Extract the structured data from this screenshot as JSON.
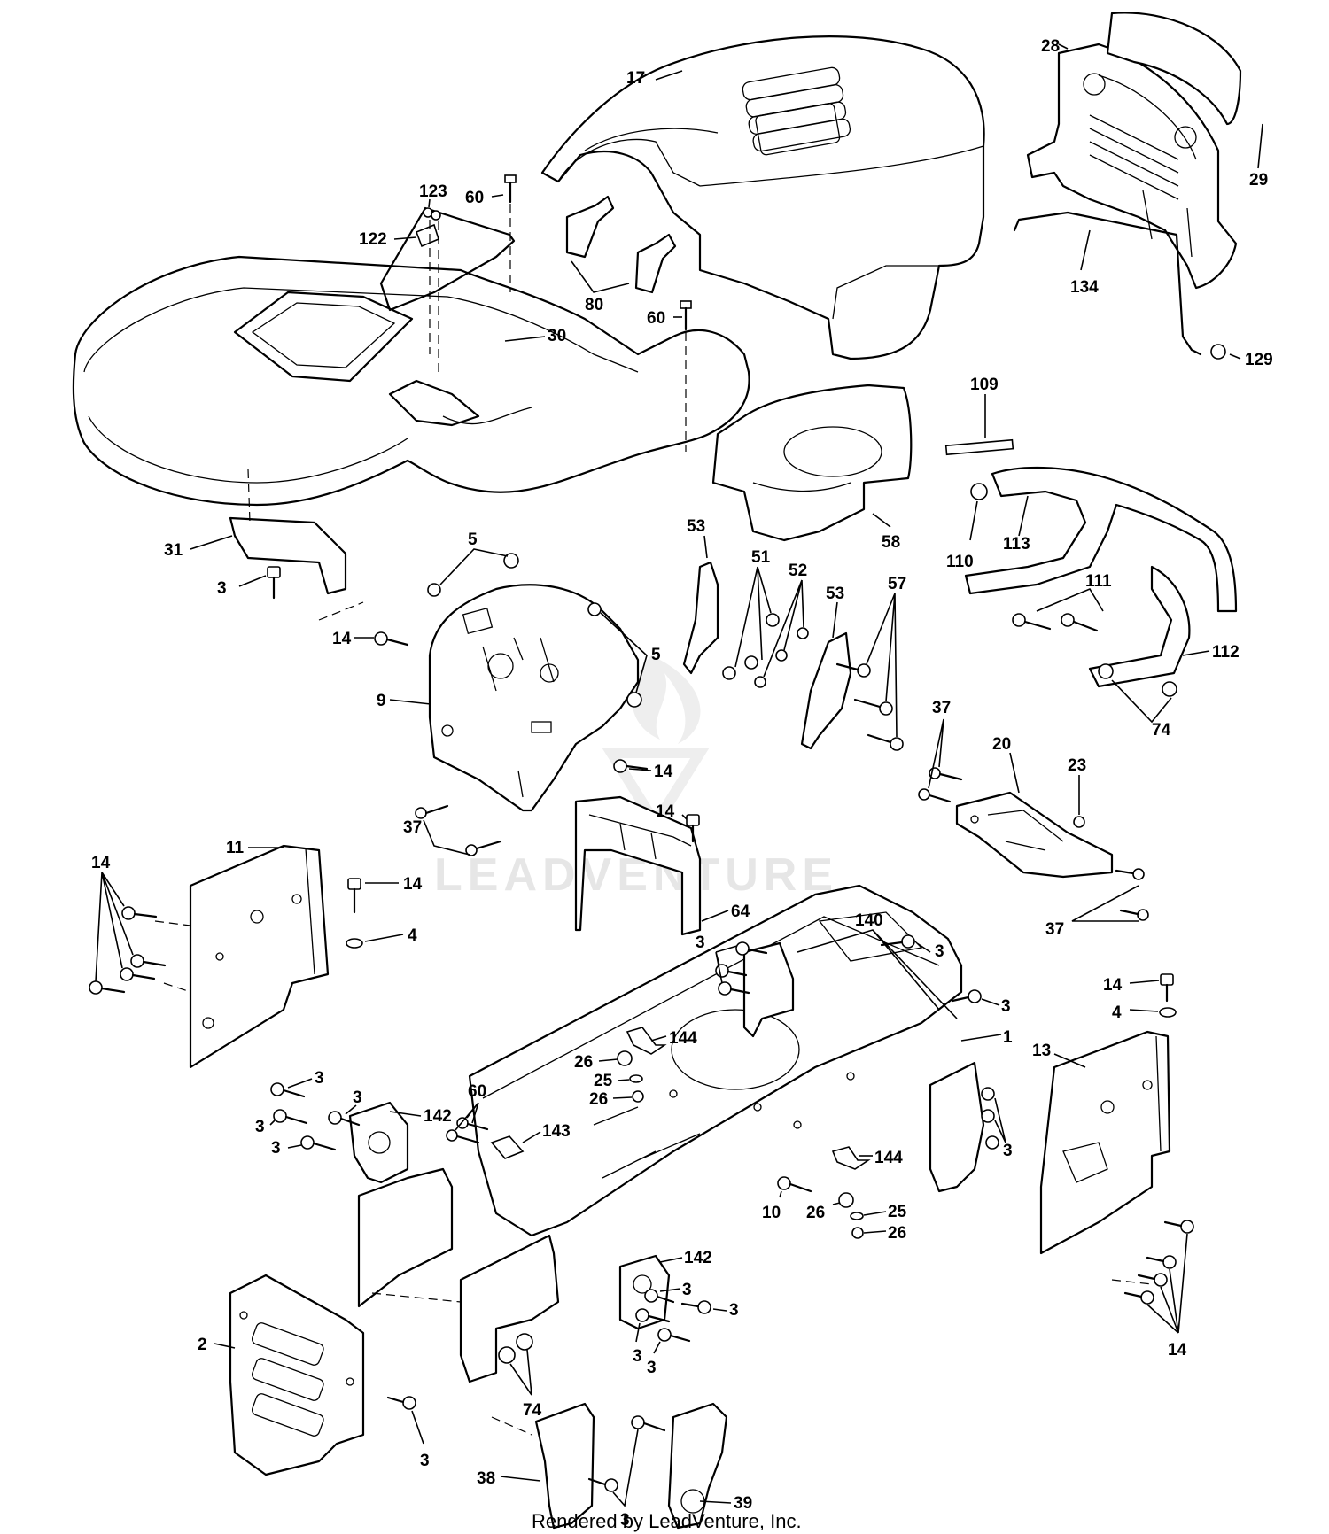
{
  "watermark": {
    "text": "LEADVENTURE"
  },
  "footer": {
    "text": "Rendered by LeadVenture, Inc."
  },
  "callouts": {
    "c17": "17",
    "c28": "28",
    "c29": "29",
    "c134": "134",
    "c129": "129",
    "c123": "123",
    "c122": "122",
    "c60a": "60",
    "c60b": "60",
    "c80": "80",
    "c30": "30",
    "c109": "109",
    "c110": "110",
    "c113": "113",
    "c111": "111",
    "c112": "112",
    "c74a": "74",
    "c31": "31",
    "c3a": "3",
    "c5a": "5",
    "c5b": "5",
    "c14a": "14",
    "c9": "9",
    "c37a": "37",
    "c14b": "14",
    "c14c": "14",
    "c53a": "53",
    "c53b": "53",
    "c51": "51",
    "c52": "52",
    "c57": "57",
    "c58": "58",
    "c37b": "37",
    "c20": "20",
    "c23": "23",
    "c37c": "37",
    "c11": "11",
    "c14d": "14",
    "c14e": "14",
    "c4a": "4",
    "c64": "64",
    "c3b": "3",
    "c140": "140",
    "c3c": "3",
    "c3d": "3",
    "c1": "1",
    "c14f": "14",
    "c4b": "4",
    "c13": "13",
    "c144a": "144",
    "c26a": "26",
    "c25a": "25",
    "c26b": "26",
    "c3e": "3",
    "c3f": "3",
    "c3g": "3",
    "c3h": "3",
    "c142a": "142",
    "c60c": "60",
    "c143": "143",
    "c3i": "3",
    "c144b": "144",
    "c10": "10",
    "c26c": "26",
    "c25b": "25",
    "c26d": "26",
    "c142b": "142",
    "c3j": "3",
    "c3k": "3",
    "c3l": "3",
    "c3m": "3",
    "c2": "2",
    "c74b": "74",
    "c3n": "3",
    "c14g": "14",
    "c38": "38",
    "c39": "39",
    "c3o": "3"
  }
}
